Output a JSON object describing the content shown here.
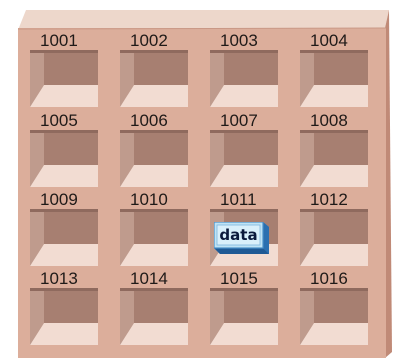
{
  "slots": [
    {
      "label": "1001"
    },
    {
      "label": "1002"
    },
    {
      "label": "1003"
    },
    {
      "label": "1004"
    },
    {
      "label": "1005"
    },
    {
      "label": "1006"
    },
    {
      "label": "1007"
    },
    {
      "label": "1008"
    },
    {
      "label": "1009"
    },
    {
      "label": "1010"
    },
    {
      "label": "1011"
    },
    {
      "label": "1012"
    },
    {
      "label": "1013"
    },
    {
      "label": "1014"
    },
    {
      "label": "1015"
    },
    {
      "label": "1016"
    }
  ],
  "data_box": {
    "label": "data",
    "slot": "1011"
  },
  "colors": {
    "cabinet_front": "#dcae9b",
    "cabinet_top": "#edd7cb",
    "cabinet_side": "#c08a77",
    "slot_back": "#a77f71",
    "slot_left": "#bf9b8d",
    "slot_floor": "#f2dcd2",
    "data_face": "#bfe3f5",
    "data_side": "#3f8fcf"
  }
}
